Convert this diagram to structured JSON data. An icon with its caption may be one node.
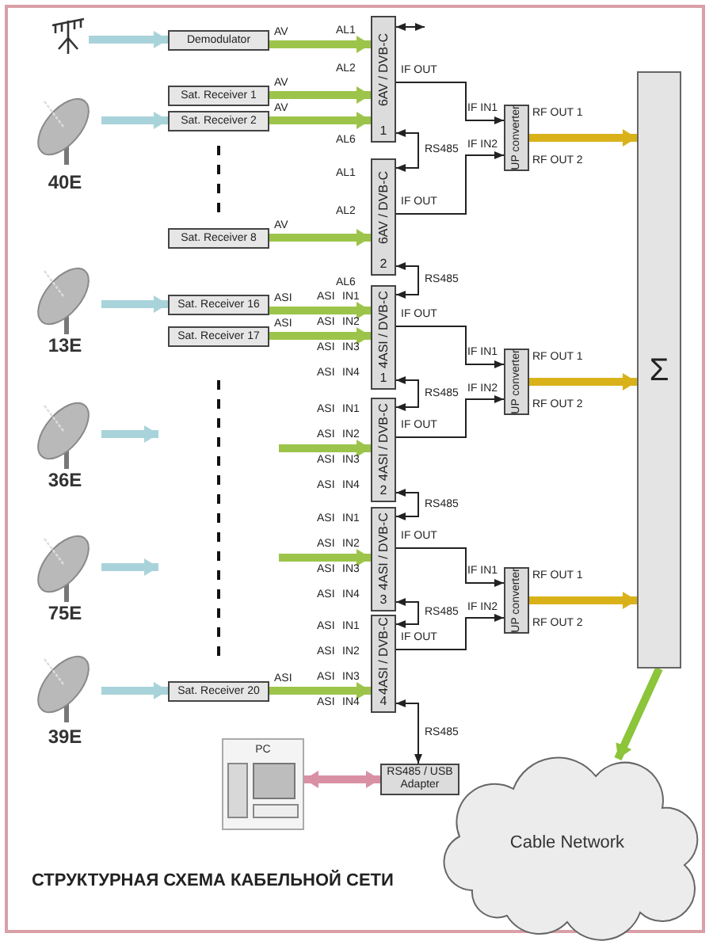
{
  "diagram": {
    "caption": "СТРУКТУРНАЯ СХЕМА КАБЕЛЬНОЙ СЕТИ",
    "nodes": [
      {
        "text": [],
        "shape": "picture"
      },
      {
        "text": [
          "40E"
        ]
      },
      {
        "text": [
          "13E"
        ]
      },
      {
        "text": [
          "36E"
        ]
      },
      {
        "text": [
          "75E"
        ]
      },
      {
        "text": [
          "39E"
        ]
      },
      {
        "text": [
          "Demodulator"
        ]
      },
      {
        "text": [
          "Sat. Receiver 1"
        ]
      },
      {
        "text": [
          "Sat. Receiver 2"
        ]
      },
      {
        "text": [
          "Sat. Receiver 8"
        ]
      },
      {
        "text": [
          "Sat. Receiver 16"
        ]
      },
      {
        "text": [
          "Sat. Receiver 17"
        ]
      },
      {
        "text": [
          "Sat. Receiver 20"
        ]
      },
      {
        "text": [
          "6AV / DVB-C",
          "1"
        ]
      },
      {
        "text": [
          "6AV / DVB-C",
          "2"
        ]
      },
      {
        "text": [
          "4ASI / DVB-C",
          "1"
        ]
      },
      {
        "text": [
          "4ASI / DVB-C",
          "2"
        ]
      },
      {
        "text": [
          "4ASI / DVB-C",
          "3"
        ]
      },
      {
        "text": [
          "4ASI / DVB-C",
          "4"
        ]
      },
      {
        "text": [
          "UP converter"
        ]
      },
      {
        "text": [
          "UP converter"
        ]
      },
      {
        "text": [
          "UP converter"
        ]
      },
      {
        "text": [
          "Σ"
        ]
      },
      {
        "text": [
          "Cable Network"
        ]
      },
      {
        "text": [
          "PC"
        ]
      },
      {
        "text": [
          "RS485 / USB Adapter"
        ]
      }
    ],
    "edges": [
      {
        "from": 0,
        "to": 6,
        "arrow": "to",
        "color": "#a9d3da"
      },
      {
        "from": 1,
        "to": 8,
        "arrow": "to",
        "color": "#a9d3da"
      },
      {
        "from": 2,
        "to": 10,
        "arrow": "to",
        "color": "#a9d3da"
      },
      {
        "from": 3,
        "to": null,
        "arrow": "to",
        "color": "#a9d3da"
      },
      {
        "from": 4,
        "to": null,
        "arrow": "to",
        "color": "#a9d3da"
      },
      {
        "from": 5,
        "to": 12,
        "arrow": "to",
        "color": "#a9d3da"
      },
      {
        "from": 6,
        "to": 13,
        "label": "AV",
        "arrow": "to",
        "color": "#9cc44a"
      },
      {
        "from": 7,
        "to": 13,
        "label": "AV",
        "arrow": "to",
        "color": "#9cc44a"
      },
      {
        "from": 8,
        "to": 13,
        "label": "AV",
        "arrow": "to",
        "color": "#9cc44a"
      },
      {
        "from": 9,
        "to": 14,
        "label": "AV",
        "arrow": "to",
        "color": "#9cc44a"
      },
      {
        "from": 10,
        "to": 15,
        "label": "ASI",
        "arrow": "to",
        "color": "#9cc44a"
      },
      {
        "from": 11,
        "to": 15,
        "label": "ASI",
        "arrow": "to",
        "color": "#9cc44a"
      },
      {
        "from": null,
        "to": 16,
        "arrow": "to",
        "color": "#9cc44a"
      },
      {
        "from": null,
        "to": 17,
        "arrow": "to",
        "color": "#9cc44a"
      },
      {
        "from": 12,
        "to": 18,
        "label": "ASI",
        "arrow": "to",
        "color": "#9cc44a"
      },
      {
        "from": 13,
        "to": 19,
        "label": "IF OUT",
        "arrow": "to"
      },
      {
        "from": 14,
        "to": 19,
        "label": "IF OUT",
        "arrow": "to"
      },
      {
        "from": 15,
        "to": 20,
        "label": "IF OUT",
        "arrow": "to"
      },
      {
        "from": 16,
        "to": 20,
        "label": "IF OUT",
        "arrow": "to"
      },
      {
        "from": 17,
        "to": 21,
        "label": "IF OUT",
        "arrow": "to"
      },
      {
        "from": 18,
        "to": 21,
        "label": "IF OUT",
        "arrow": "to"
      },
      {
        "from": 19,
        "to": 22,
        "arrow": "to",
        "color": "#d9b21a"
      },
      {
        "from": 20,
        "to": 22,
        "arrow": "to",
        "color": "#d9b21a"
      },
      {
        "from": 21,
        "to": 22,
        "arrow": "to",
        "color": "#d9b21a"
      },
      {
        "from": 22,
        "to": 23,
        "arrow": "to",
        "color": "#8cc43a"
      },
      {
        "from": 13,
        "to": 14,
        "label": "RS485",
        "arrow": "both"
      },
      {
        "from": 14,
        "to": 15,
        "label": "RS485",
        "arrow": "both"
      },
      {
        "from": 15,
        "to": 16,
        "label": "RS485",
        "arrow": "both"
      },
      {
        "from": 16,
        "to": 17,
        "label": "RS485",
        "arrow": "both"
      },
      {
        "from": 17,
        "to": 18,
        "label": "RS485",
        "arrow": "both"
      },
      {
        "from": 18,
        "to": 25,
        "label": "RS485",
        "arrow": "both"
      },
      {
        "from": 24,
        "to": 25,
        "arrow": "both",
        "color": "#d990a4"
      },
      {
        "from": 13,
        "to": null,
        "arrow": "both"
      }
    ],
    "labels": [
      "AL1",
      "AL2",
      "AL6",
      "AL1",
      "AL2",
      "AL6",
      "ASI",
      "IN1",
      "ASI",
      "IN2",
      "ASI",
      "IN3",
      "ASI",
      "IN4",
      "ASI",
      "IN1",
      "ASI",
      "IN2",
      "ASI",
      "IN3",
      "ASI",
      "IN4",
      "ASI",
      "IN1",
      "ASI",
      "IN2",
      "ASI",
      "IN3",
      "ASI",
      "IN4",
      "ASI",
      "IN1",
      "ASI",
      "IN2",
      "ASI",
      "IN3",
      "ASI",
      "IN4",
      "IF IN1",
      "IF IN2",
      "RF OUT 1",
      "RF OUT 2",
      "IF IN1",
      "IF IN2",
      "RF OUT 1",
      "RF OUT 2",
      "IF IN1",
      "IF IN2",
      "RF OUT 1",
      "RF OUT 2"
    ]
  }
}
